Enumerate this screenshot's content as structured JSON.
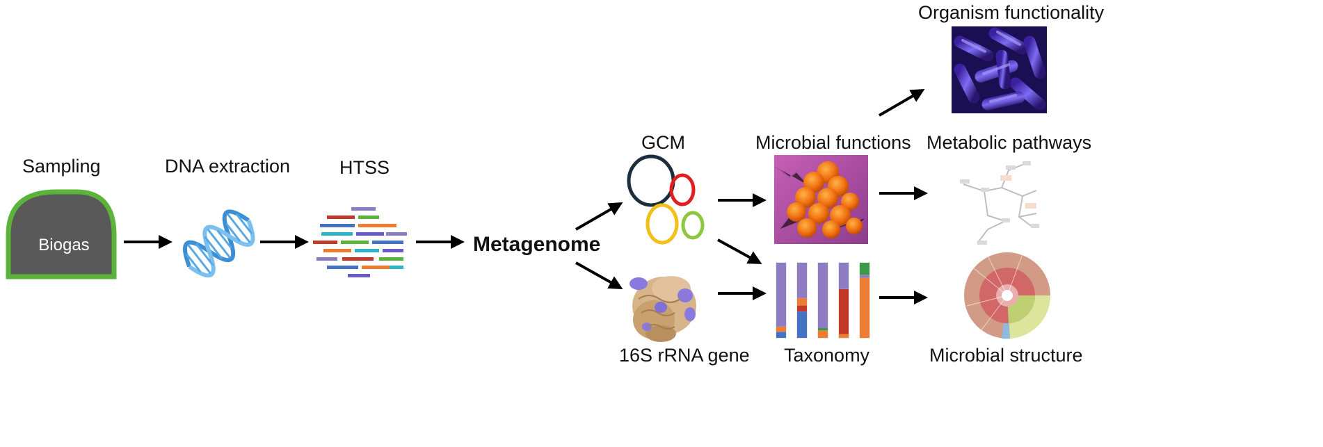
{
  "labels": {
    "sampling": "Sampling",
    "dna_extraction": "DNA extraction",
    "htss": "HTSS",
    "biogas": "Biogas",
    "metagenome": "Metagenome",
    "gcm": "GCM",
    "rrna_16s": "16S rRNA gene",
    "microbial_functions": "Microbial functions",
    "taxonomy": "Taxonomy",
    "organism_functionality": "Organism functionality",
    "metabolic_pathways": "Metabolic pathways",
    "microbial_structure": "Microbial structure"
  },
  "colors": {
    "biogas_fill": "#595959",
    "biogas_border": "#5cb33a",
    "dna": "#3d8fd4",
    "arrow": "#000000",
    "gcm_circles": [
      "#1c2d3d",
      "#e02020",
      "#f2c018",
      "#8dc63f"
    ],
    "taxonomy_series": [
      "#4472c4",
      "#ed7d31",
      "#c0392b",
      "#8e7cc3",
      "#3a9a4a"
    ]
  },
  "htss_reads": [
    "#8e7cc3",
    "#c0392b",
    "#5cb33a",
    "#4472c4",
    "#ed7d31",
    "#2eb5c4",
    "#6a5acd"
  ]
}
